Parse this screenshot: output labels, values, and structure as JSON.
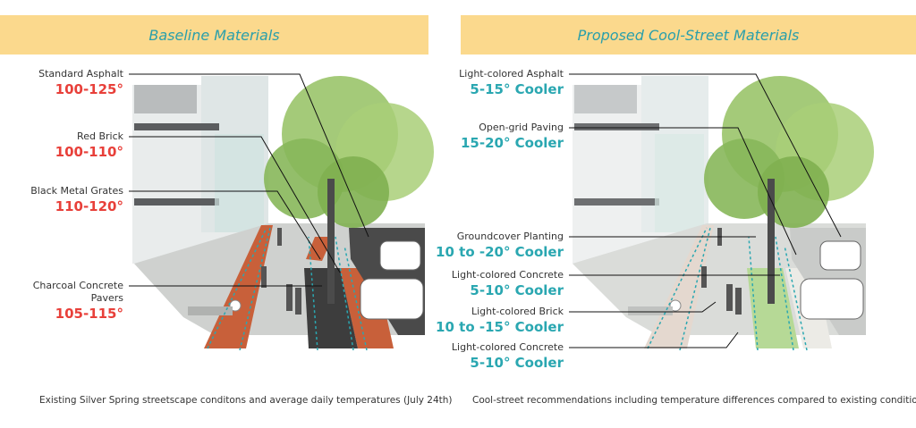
{
  "left_panel": {
    "title": "Baseline Materials",
    "callouts": [
      {
        "label": "Standard Asphalt",
        "value": "100-125°"
      },
      {
        "label": "Red Brick",
        "value": "100-110°"
      },
      {
        "label": "Black Metal Grates",
        "value": "110-120°"
      },
      {
        "label": "Charcoal Concrete",
        "label2": "Pavers",
        "value": "105-115°"
      }
    ],
    "caption": "Existing Silver Spring streetscape conditons and average daily temperatures (July 24th)"
  },
  "right_panel": {
    "title": "Proposed Cool-Street Materials",
    "callouts": [
      {
        "label": "Light-colored Asphalt",
        "value": "5-15° Cooler"
      },
      {
        "label": "Open-grid Paving",
        "value": "15-20° Cooler"
      },
      {
        "label": "Groundcover Planting",
        "value": "10 to -20° Cooler"
      },
      {
        "label": "Light-colored Concrete",
        "value": "5-10° Cooler"
      },
      {
        "label": "Light-colored Brick",
        "value": "10 to -15° Cooler"
      },
      {
        "label": "Light-colored Concrete",
        "value": "5-10° Cooler"
      }
    ],
    "caption": "Cool-street recommendations including temperature differences compared to existing conditions"
  },
  "colors": {
    "header_bg": "#fbd98d",
    "header_text": "#2a9fab",
    "hot_value": "#e8403a",
    "cool_value": "#2aa7b1"
  }
}
